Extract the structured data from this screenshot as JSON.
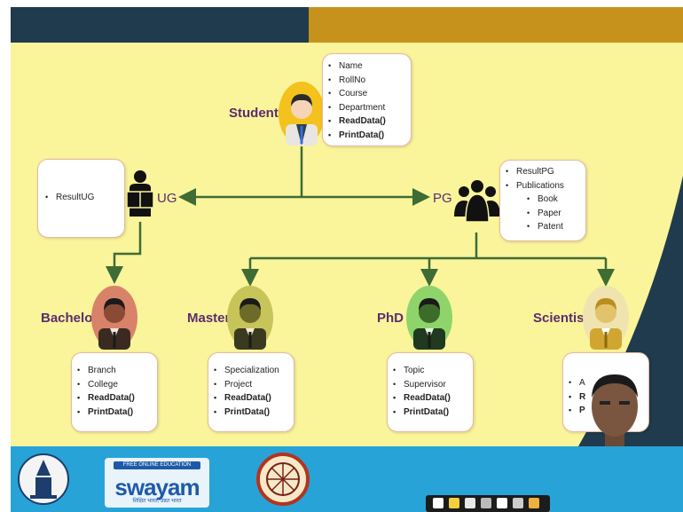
{
  "colors": {
    "top_left": "#1f3b4d",
    "top_right": "#c7921b",
    "canvas": "#faf49b",
    "dark_band": "#1f3b4d",
    "bottom_bar": "#27a3d8",
    "label": "#5a2d6e",
    "arrow": "#3f6b35"
  },
  "student": {
    "label": "Student",
    "attributes": [
      "Name",
      "RollNo",
      "Course",
      "Department"
    ],
    "methods": [
      "ReadData()",
      "PrintData()"
    ]
  },
  "ug": {
    "label": "UG",
    "attributes": [
      "ResultUG"
    ]
  },
  "pg": {
    "label": "PG",
    "attributes": [
      "ResultPG",
      "Publications"
    ],
    "sub_attributes": [
      "Book",
      "Paper",
      "Patent"
    ]
  },
  "bachelor": {
    "label": "Bachelor",
    "attributes": [
      "Branch",
      "College"
    ],
    "methods": [
      "ReadData()",
      "PrintData()"
    ]
  },
  "master": {
    "label": "Master",
    "attributes": [
      "Specialization",
      "Project"
    ],
    "methods": [
      "ReadData()",
      "PrintData()"
    ]
  },
  "phd": {
    "label": "PhD",
    "attributes": [
      "Topic",
      "Supervisor"
    ],
    "methods": [
      "ReadData()",
      "PrintData()"
    ]
  },
  "scientist": {
    "label": "Scientist",
    "visible_fragments": [
      "A",
      "R",
      "P"
    ]
  },
  "footer": {
    "swayam_tagline": "FREE ONLINE EDUCATION",
    "swayam_logo": "swayam",
    "swayam_sub": "शिक्षित भारत, उन्नत भारत"
  },
  "icons": {
    "student": "student-avatar-icon",
    "ug": "reading-student-icon",
    "pg": "group-icon",
    "bachelor": "bachelor-avatar-icon",
    "master": "master-avatar-icon",
    "phd": "phd-avatar-icon",
    "scientist": "scientist-avatar-icon"
  }
}
